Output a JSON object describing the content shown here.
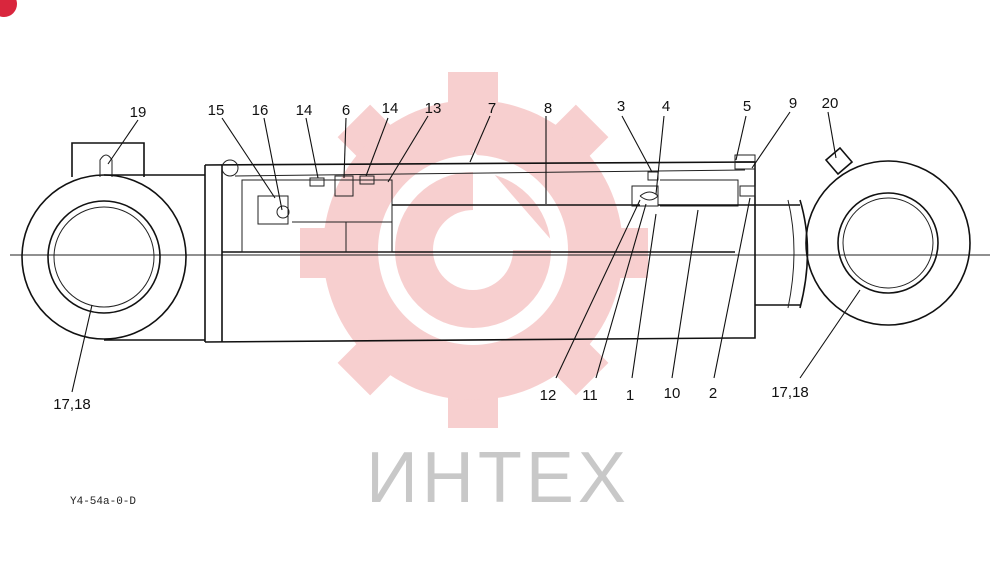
{
  "drawing_code": "Y4-54a-0-D",
  "watermark": {
    "text": "ИНТЕХ",
    "text_color": "#c8c8c8",
    "gear_color": "#f2a8a8"
  },
  "badge_color": "#d9263d",
  "part_labels": {
    "p1": "1",
    "p2": "2",
    "p3": "3",
    "p4": "4",
    "p5": "5",
    "p6": "6",
    "p7": "7",
    "p8": "8",
    "p9": "9",
    "p10": "10",
    "p11": "11",
    "p12": "12",
    "p13": "13",
    "p14a": "14",
    "p14b": "14",
    "p15": "15",
    "p16": "16",
    "p19": "19",
    "p20": "20",
    "p17_18_left": "17,18",
    "p17_18_right": "17,18"
  }
}
